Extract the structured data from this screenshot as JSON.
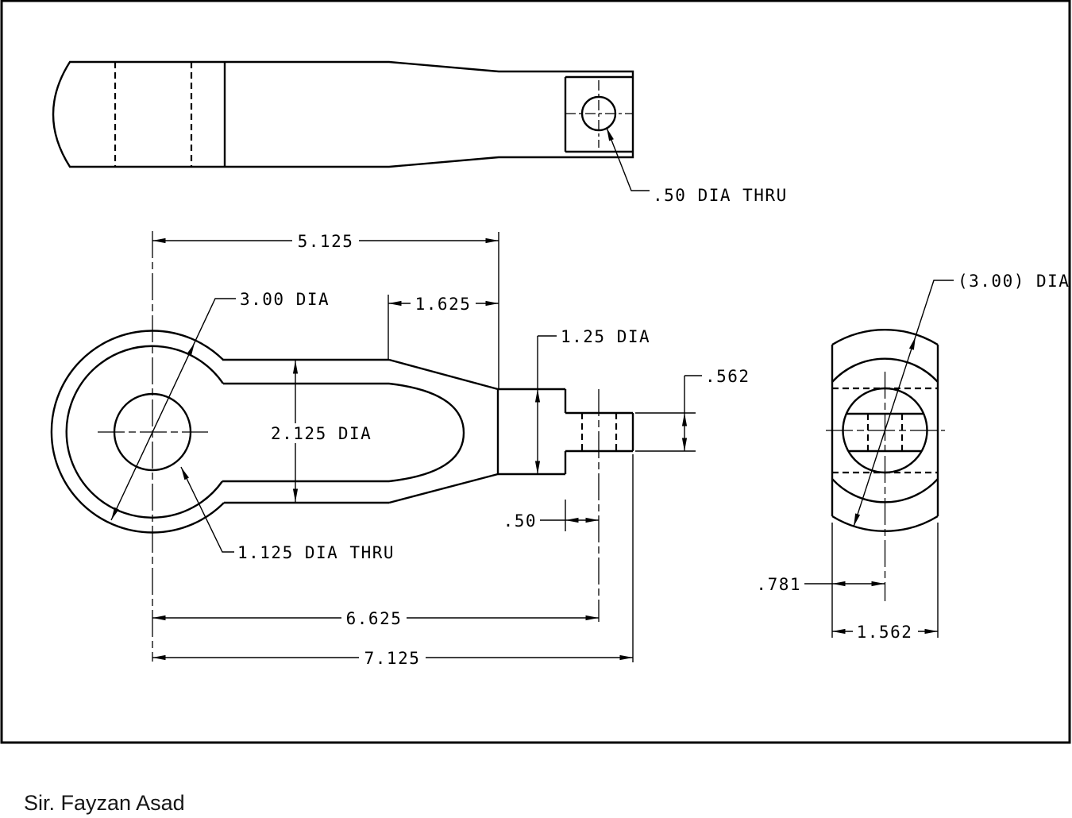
{
  "footer": {
    "author": "Sir. Fayzan Asad"
  },
  "top_view": {
    "hole_callout": ".50 DIA THRU"
  },
  "front_view": {
    "dim_flat_length": "5.125",
    "dim_neck_length": "1.625",
    "dim_disc_dia": "3.00 DIA",
    "dim_shank_dia": "2.125 DIA",
    "dim_cyl_dia": "1.25 DIA",
    "dim_stub_height": ".562",
    "dim_hole_callout": "1.125 DIA THRU",
    "dim_stub_to_hole": ".50",
    "dim_to_hole_center": "6.625",
    "dim_overall_length": "7.125"
  },
  "side_view": {
    "dim_ref_dia": "(3.00) DIA",
    "dim_center_offset": ".781",
    "dim_width": "1.562"
  }
}
